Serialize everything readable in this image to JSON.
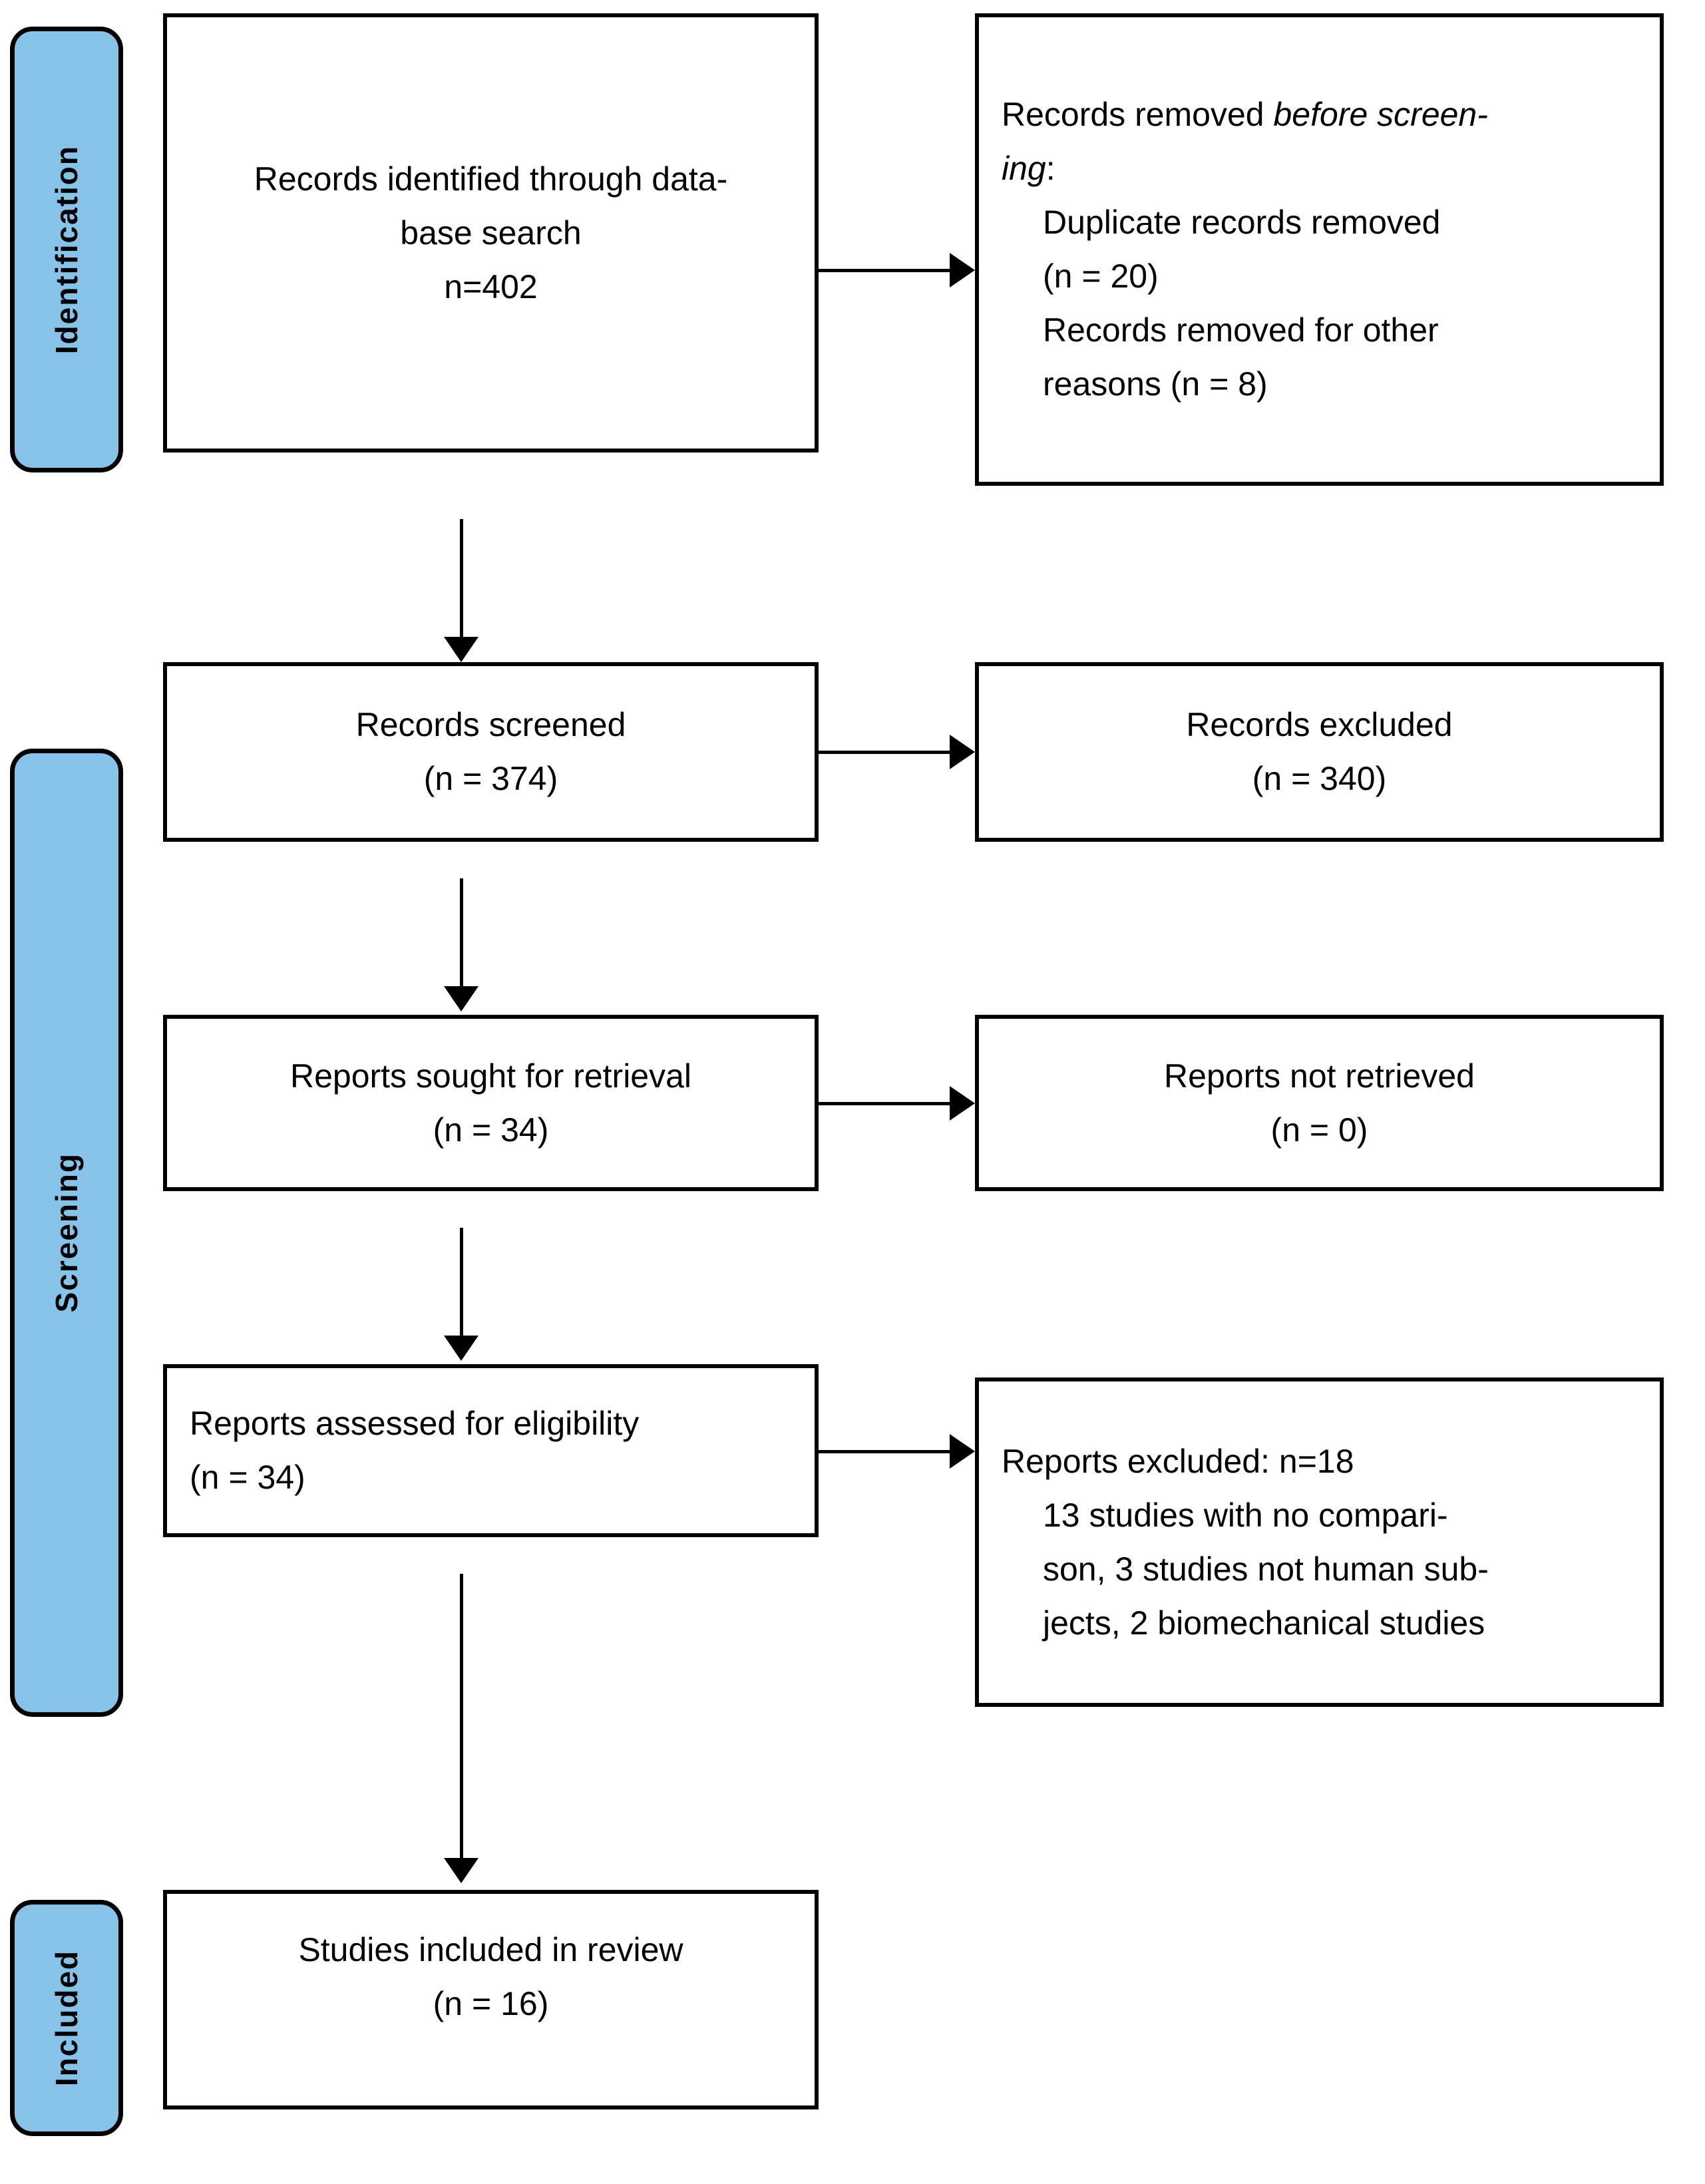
{
  "diagram": {
    "title": "PRISMA flow diagram",
    "accent_color": "#87c2e8",
    "line_color": "#000000",
    "background_color": "#ffffff"
  },
  "stages": {
    "identification": "Identification",
    "screening": "Screening",
    "included": "Included"
  },
  "boxes": {
    "records_identified": {
      "line1": "Records identified through data-",
      "line2": "base search",
      "line3": "n=402"
    },
    "records_removed": {
      "heading_prefix": "Records removed ",
      "heading_italic": "before screen-",
      "heading_italic2": "ing",
      "heading_suffix": ":",
      "item1": "Duplicate records removed",
      "item1_count": "(n = 20)",
      "item2": "Records removed for other",
      "item2_count": "reasons (n = 8)"
    },
    "records_screened": {
      "line1": "Records screened",
      "line2": "(n = 374)"
    },
    "records_excluded": {
      "line1": "Records excluded",
      "line2": "(n = 340)"
    },
    "reports_sought": {
      "line1": "Reports sought for retrieval",
      "line2": "(n = 34)"
    },
    "reports_not_retrieved": {
      "line1": "Reports not retrieved",
      "line2": "(n = 0)"
    },
    "reports_assessed": {
      "line1": "Reports assessed for eligibility",
      "line2": "(n = 34)"
    },
    "reports_excluded": {
      "line1": "Reports excluded: n=18",
      "line2": "13 studies with no compari-",
      "line3": "son, 3 studies not human sub-",
      "line4": "jects, 2 biomechanical studies"
    },
    "studies_included": {
      "line1": "Studies included in review",
      "line2": "(n = 16)"
    }
  },
  "chart_data": {
    "type": "diagram",
    "title": "PRISMA flow diagram",
    "nodes": [
      {
        "id": "records_identified",
        "stage": "Identification",
        "label": "Records identified through database search",
        "n": 402
      },
      {
        "id": "records_removed",
        "stage": "Identification",
        "label": "Records removed before screening",
        "duplicate_records_removed": 20,
        "removed_other_reasons": 8
      },
      {
        "id": "records_screened",
        "stage": "Screening",
        "label": "Records screened",
        "n": 374
      },
      {
        "id": "records_excluded",
        "stage": "Screening",
        "label": "Records excluded",
        "n": 340
      },
      {
        "id": "reports_sought",
        "stage": "Screening",
        "label": "Reports sought for retrieval",
        "n": 34
      },
      {
        "id": "reports_not_retrieved",
        "stage": "Screening",
        "label": "Reports not retrieved",
        "n": 0
      },
      {
        "id": "reports_assessed",
        "stage": "Screening",
        "label": "Reports assessed for eligibility",
        "n": 34
      },
      {
        "id": "reports_excluded",
        "stage": "Screening",
        "label": "Reports excluded",
        "n": 18,
        "reasons": [
          "13 studies with no comparison",
          "3 studies not human subjects",
          "2 biomechanical studies"
        ]
      },
      {
        "id": "studies_included",
        "stage": "Included",
        "label": "Studies included in review",
        "n": 16
      }
    ],
    "edges": [
      {
        "from": "records_identified",
        "to": "records_removed",
        "direction": "right"
      },
      {
        "from": "records_identified",
        "to": "records_screened",
        "direction": "down"
      },
      {
        "from": "records_screened",
        "to": "records_excluded",
        "direction": "right"
      },
      {
        "from": "records_screened",
        "to": "reports_sought",
        "direction": "down"
      },
      {
        "from": "reports_sought",
        "to": "reports_not_retrieved",
        "direction": "right"
      },
      {
        "from": "reports_sought",
        "to": "reports_assessed",
        "direction": "down"
      },
      {
        "from": "reports_assessed",
        "to": "reports_excluded",
        "direction": "right"
      },
      {
        "from": "reports_assessed",
        "to": "studies_included",
        "direction": "down"
      }
    ]
  }
}
